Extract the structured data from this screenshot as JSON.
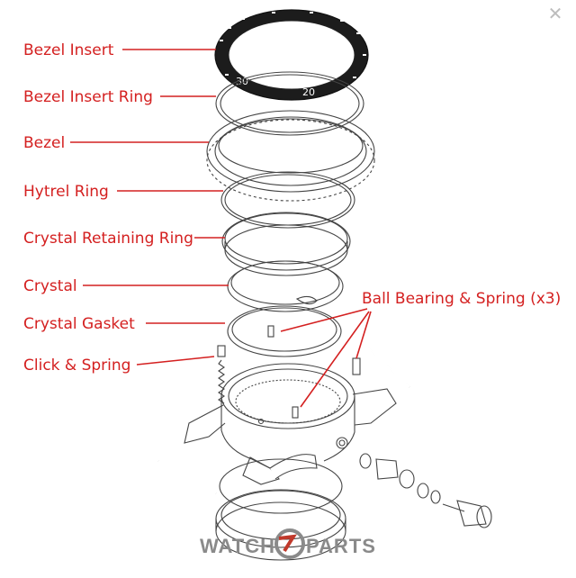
{
  "labels": {
    "bezel_insert": "Bezel Insert",
    "bezel_insert_ring": "Bezel Insert Ring",
    "bezel": "Bezel",
    "hytrel_ring": "Hytrel Ring",
    "crystal_retaining_ring": "Crystal Retaining Ring",
    "crystal": "Crystal",
    "crystal_gasket": "Crystal Gasket",
    "click_spring": "Click & Spring",
    "ball_bearing_spring": "Ball Bearing & Spring (x3)"
  },
  "bezel_marks": [
    "30",
    "20"
  ],
  "watermark": {
    "left": "WATCH",
    "right": "PARTS"
  },
  "close_glyph": "✕",
  "colors": {
    "label": "#d42020",
    "line_art": "#444444",
    "watermark": "#8a8a8a"
  }
}
